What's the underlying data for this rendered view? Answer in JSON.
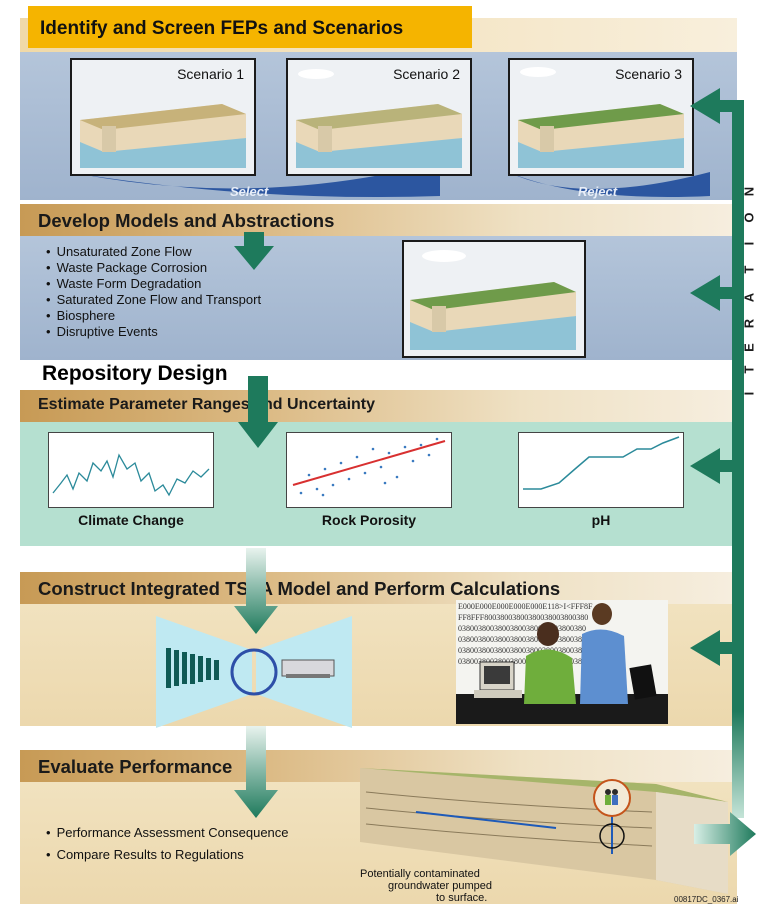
{
  "header": {
    "title": "Identify and Screen FEPs and Scenarios"
  },
  "scenarios": {
    "items": [
      {
        "label": "Scenario 1"
      },
      {
        "label": "Scenario 2"
      },
      {
        "label": "Scenario 3"
      }
    ],
    "select_label": "Select",
    "reject_label": "Reject"
  },
  "models": {
    "title": "Develop Models and Abstractions",
    "items": [
      "Unsaturated Zone Flow",
      "Waste Package Corrosion",
      "Waste Form Degradation",
      "Saturated Zone Flow and Transport",
      "Biosphere",
      "Disruptive Events"
    ]
  },
  "repository_design": "Repository Design",
  "parameters": {
    "title": "Estimate Parameter Ranges and Uncertainty",
    "plots": [
      {
        "label": "Climate Change"
      },
      {
        "label": "Rock Porosity"
      },
      {
        "label": "pH"
      }
    ]
  },
  "tspa": {
    "title": "Construct Integrated TSPA Model and Perform Calculations",
    "code_lines": [
      "E000E000E000E000E000E118>I<FFF8F",
      "FF8FFF80038003800380038003800380",
      "03800380038003800380038003800380",
      "0380038003800380038003800380038",
      "0380038003800380038003800380038",
      "0380038003800380038003800380038"
    ]
  },
  "evaluate": {
    "title": "Evaluate Performance",
    "items": [
      "Performance Assessment Consequence",
      "Compare Results to Regulations"
    ],
    "caption": [
      "Potentially contaminated",
      "groundwater pumped",
      "to surface."
    ],
    "figure_id": "00817DC_0367.ai"
  },
  "iteration": {
    "letters": [
      "I",
      "T",
      "E",
      "R",
      "A",
      "T",
      "I",
      "O",
      "N"
    ]
  },
  "colors": {
    "header_yellow": "#f5b400",
    "arrow_green": "#1e7a5c",
    "panel_blue": "#a7b9d1",
    "panel_green": "#b5e0d0",
    "panel_tan": "#efdcb4"
  }
}
